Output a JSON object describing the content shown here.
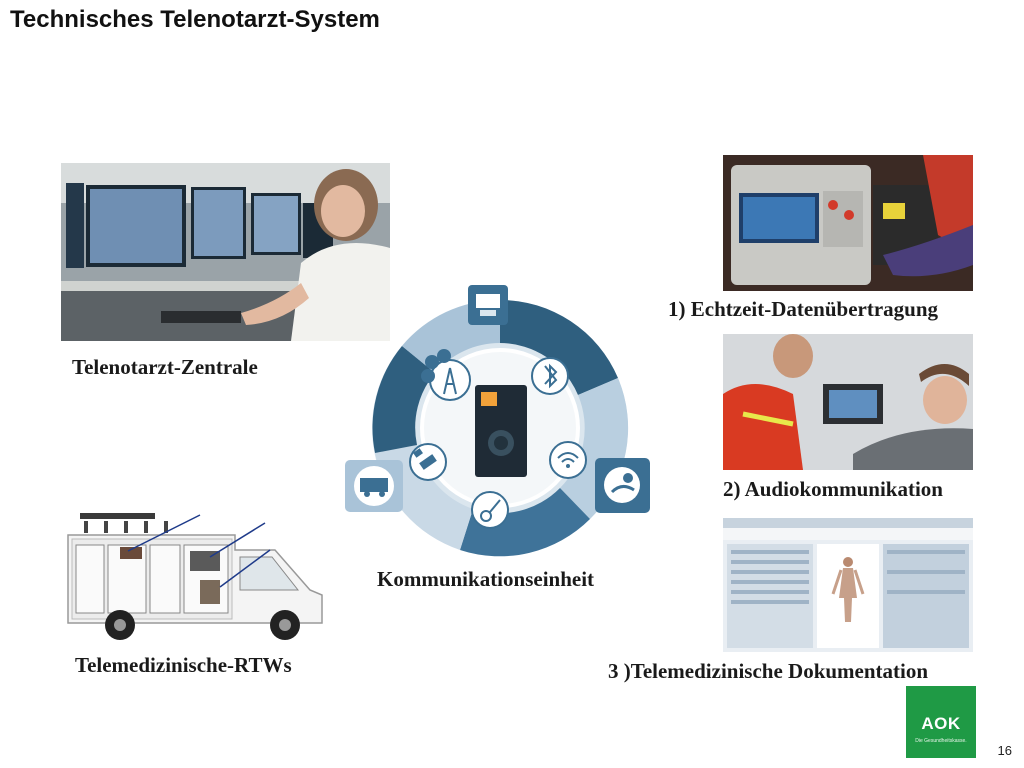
{
  "slide": {
    "title": "Technisches Telenotarzt-System",
    "page_number": "16"
  },
  "captions": {
    "zentrale": "Telenotarzt-Zentrale",
    "rtws": "Telemedizinische-RTWs",
    "kommunikation": "Kommunikationseinheit",
    "echtzeit": "1) Echtzeit-Datenübertragung",
    "audio": "2) Audiokommunikation",
    "doku": "3 )Telemedizinische Dokumentation"
  },
  "logo": {
    "name": "AOK",
    "tagline": "Die Gesundheitskasse.",
    "color": "#1f9a45"
  },
  "icons": {
    "cycle": [
      "control-room-icon",
      "bluetooth-icon",
      "wifi-icon",
      "doctor-patient-icon",
      "stethoscope-icon",
      "satellite-icon",
      "ambulance-icon",
      "cellular-antenna-icon"
    ]
  },
  "colors": {
    "ring_dark": "#2f5f7f",
    "ring_light": "#b9cfe0",
    "icon_tile": "#3b6f93"
  }
}
